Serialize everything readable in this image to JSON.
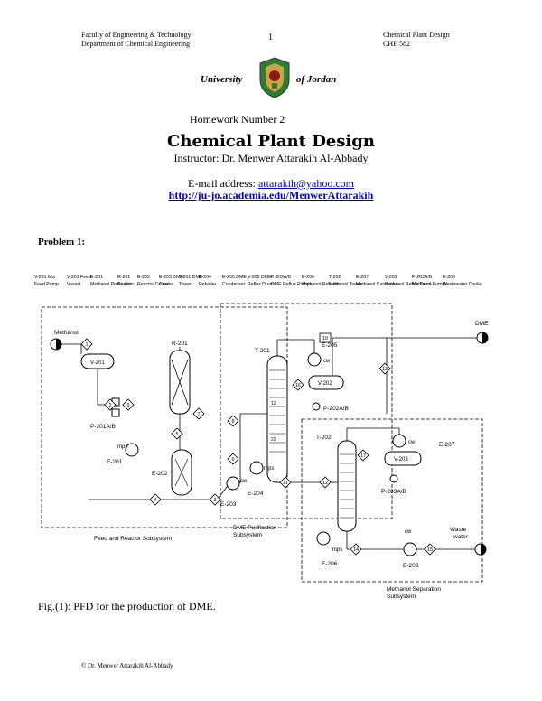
{
  "header": {
    "left_line1": "Faculty of Engineering & Technology",
    "left_line2": "Department of Chemical Engineering",
    "page_number": "1",
    "right_line1": "Chemical Plant Design",
    "right_line2": "CHE 582"
  },
  "logo": {
    "left_word": "University",
    "right_word": "of Jordan"
  },
  "homework_title": "Homework Number 2",
  "course_title": "Chemical Plant Design",
  "instructor": "Instructor: Dr. Menwer Attarakih Al-Abbady",
  "email_label": "E-mail address: ",
  "email": "attarakih@yahoo.com",
  "url": "http://ju-jo.academia.edu/MenwerAttarakih",
  "problem_label": "Problem 1:",
  "diagram": {
    "equipment_labels": [
      {
        "l1": "V-201 Mix",
        "l2": "Feed Pump"
      },
      {
        "l1": "V-201 Feed",
        "l2": "Vessel"
      },
      {
        "l1": "E-201",
        "l2": "Methanol Preheater"
      },
      {
        "l1": "R-201",
        "l2": "Reactor"
      },
      {
        "l1": "E-202",
        "l2": "Reactor Cooler"
      },
      {
        "l1": "E-203 DME",
        "l2": "Cooler"
      },
      {
        "l1": "T-201 DME",
        "l2": "Tower"
      },
      {
        "l1": "E-204",
        "l2": "Reboiler"
      },
      {
        "l1": "E-205 DME",
        "l2": "Condenser"
      },
      {
        "l1": "V-202 DME",
        "l2": "Reflux Drum"
      },
      {
        "l1": "P-202A/B",
        "l2": "DME Reflux Pumps"
      },
      {
        "l1": "E-206",
        "l2": "Methanol Reboiler"
      },
      {
        "l1": "T-202",
        "l2": "Methanol Tower"
      },
      {
        "l1": "E-207",
        "l2": "Methanol Condenser"
      },
      {
        "l1": "V-203",
        "l2": "Methanol Reflux Drum"
      },
      {
        "l1": "P-203A/B",
        "l2": "Methanol Pumps"
      },
      {
        "l1": "E-208",
        "l2": "Wastewater Cooler"
      }
    ],
    "methanol": "Methanol",
    "dme": "DME",
    "waste_water_1": "Waste",
    "waste_water_2": "water",
    "v201": "V-201",
    "r201": "R-201",
    "t201": "T-201",
    "t202": "T-202",
    "v202": "V-202",
    "v203": "V-203",
    "p201": "P-201A/B",
    "p202": "P-202A/B",
    "p203": "P-203A/B",
    "e201": "E-201",
    "e202": "E-202",
    "e203": "E-203",
    "e204": "E-204",
    "e205": "E-205",
    "e206": "E-206",
    "e207": "E-207",
    "e208": "E-208",
    "mps": "mps",
    "cw": "cw",
    "tray_12": "12",
    "tray_22": "22",
    "feed_section": "Feed and Reactor Subsystem",
    "dme_section_1": "DME Purification",
    "dme_section_2": "Subsystem",
    "methanol_section_1": "Methanol Separation",
    "methanol_section_2": "Subsystem",
    "streams": [
      "1",
      "2",
      "3",
      "4",
      "5",
      "6",
      "7",
      "8",
      "9",
      "10",
      "11",
      "12",
      "13",
      "14",
      "15",
      "16",
      "17"
    ]
  },
  "caption": "Fig.(1): PFD for the production of DME.",
  "footer": "© Dr. Menwer Attarakih Al-Abbady"
}
